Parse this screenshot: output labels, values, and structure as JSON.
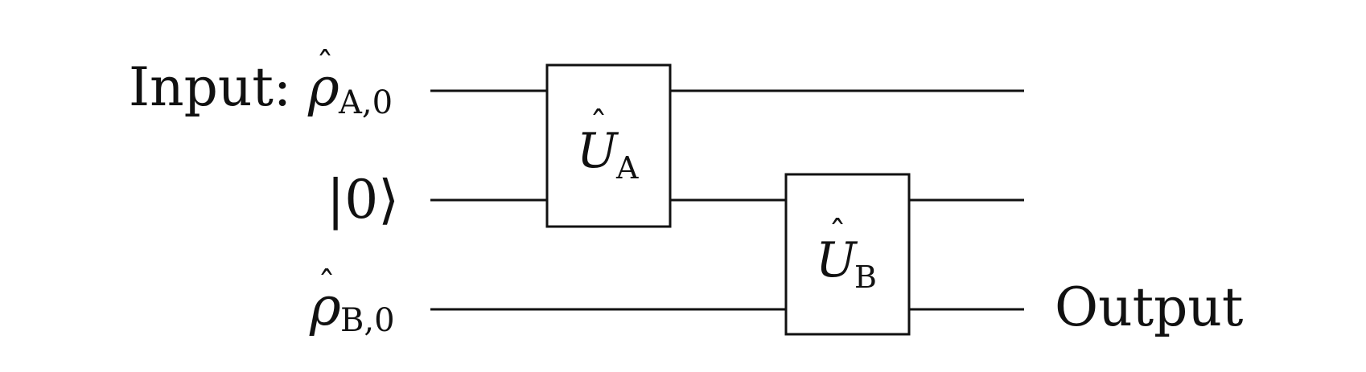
{
  "input_prefix": "Input:",
  "output_label": "Output",
  "rho_symbol": "ρ",
  "hat_symbol": "ˆ",
  "inputs": [
    {
      "subscript": "A,0"
    },
    {
      "ket": "|0⟩"
    },
    {
      "subscript": "B,0"
    }
  ],
  "gates": [
    {
      "symbol": "U",
      "subscript": "A"
    },
    {
      "symbol": "U",
      "subscript": "B"
    }
  ]
}
